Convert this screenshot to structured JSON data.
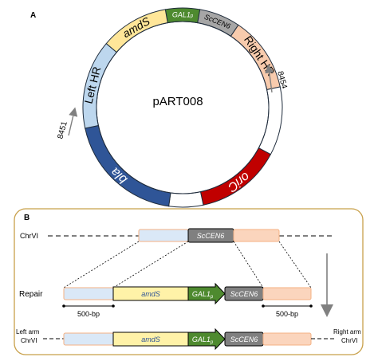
{
  "panel_a": {
    "label": "A",
    "plasmid_name": "pART008",
    "segments": [
      {
        "id": "gal1",
        "text": "GAL1",
        "subscript": "p",
        "color": "#4e8a2f",
        "text_color": "#ffffff"
      },
      {
        "id": "sccen6",
        "text": "ScCEN6",
        "color": "#a6a6a6",
        "text_color": "#000000"
      },
      {
        "id": "right-hr",
        "text": "Right HR",
        "color": "#f8cbad",
        "text_color": "#000000"
      },
      {
        "id": "gap-right",
        "text": "",
        "color": "#ffffff"
      },
      {
        "id": "oric",
        "text": "oriC",
        "color": "#c00000",
        "text_color": "#ffffff"
      },
      {
        "id": "gap-bottom",
        "text": "",
        "color": "#ffffff"
      },
      {
        "id": "bla",
        "text": "bla",
        "color": "#2f5597",
        "text_color": "#ffffff"
      },
      {
        "id": "left-hr",
        "text": "Left HR",
        "color": "#bdd7ee",
        "text_color": "#000000"
      },
      {
        "id": "amds",
        "text": "amdS",
        "color": "#ffe699",
        "text_color": "#000000"
      }
    ],
    "primers": {
      "left": "8451",
      "right": "8454"
    }
  },
  "panel_b": {
    "label": "B",
    "chromosome_label": "ChrVI",
    "repair_label": "Repair",
    "bp_label_left": "500-bp",
    "bp_label_right": "500-bp",
    "left_arm_line1": "Left arm",
    "left_arm_line2": "ChrVI",
    "right_arm_line1": "Right arm",
    "right_arm_line2": "ChrVI",
    "amds": "amdS",
    "gal1": "GAL1",
    "gal1_sub": "p",
    "sccen6": "ScCEN6",
    "colors": {
      "left": "#dae8f7",
      "right": "#fbd5bd",
      "amds": "#fff2a8",
      "gal1": "#4e8a2f",
      "sccen6": "#808080",
      "frame": "#c8a04a"
    }
  }
}
